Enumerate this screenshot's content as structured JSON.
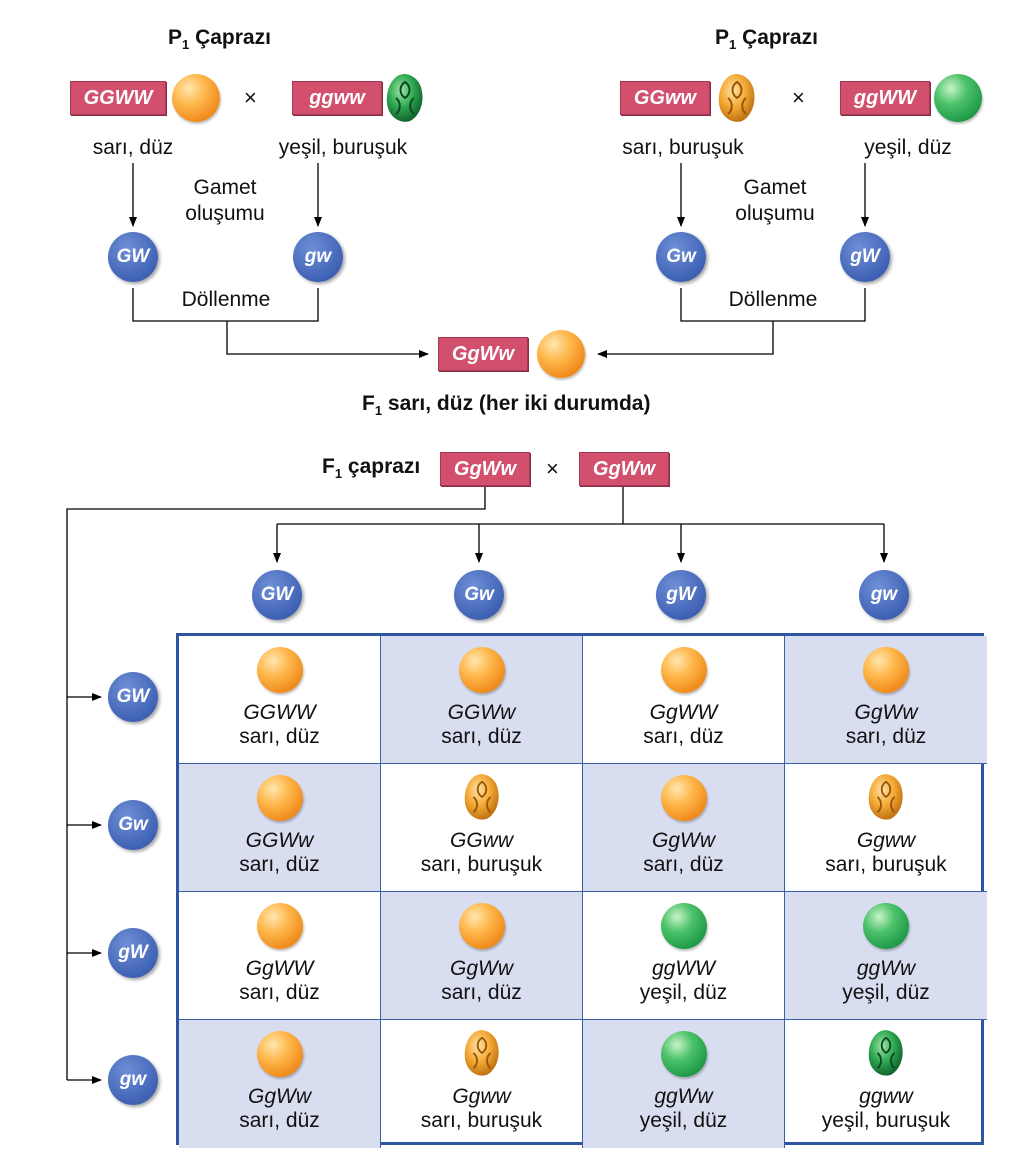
{
  "left_cross": {
    "title_main": "P",
    "title_sub": "1",
    "title_rest": " Çaprazı",
    "parent1_genotype": "GGWW",
    "parent1_phenotype": "sarı, düz",
    "parent2_genotype": "ggww",
    "parent2_phenotype": "yeşil, buruşuk",
    "cross_symbol": "×",
    "gamete_label_1": "Gamet",
    "gamete_label_2": "oluşumu",
    "gamete1": "GW",
    "gamete2": "gw",
    "fertilization": "Döllenme"
  },
  "right_cross": {
    "title_main": "P",
    "title_sub": "1",
    "title_rest": " Çaprazı",
    "parent1_genotype": "GGww",
    "parent1_phenotype": "sarı, buruşuk",
    "parent2_genotype": "ggWW",
    "parent2_phenotype": "yeşil, düz",
    "cross_symbol": "×",
    "gamete_label_1": "Gamet",
    "gamete_label_2": "oluşumu",
    "gamete1": "Gw",
    "gamete2": "gW",
    "fertilization": "Döllenme"
  },
  "f1": {
    "genotype": "GgWw",
    "label_main": "F",
    "label_sub": "1",
    "label_rest": " sarı, düz (her iki durumda)"
  },
  "f1_cross": {
    "label_main": "F",
    "label_sub": "1",
    "label_rest": " çaprazı",
    "genotype1": "GgWw",
    "cross_symbol": "×",
    "genotype2": "GgWw"
  },
  "punnett": {
    "column_gametes": [
      "GW",
      "Gw",
      "gW",
      "gw"
    ],
    "row_gametes": [
      "GW",
      "Gw",
      "gW",
      "gw"
    ],
    "cells": [
      [
        {
          "genotype": "GGWW",
          "phenotype": "sarı, düz",
          "seed": "yellow-round"
        },
        {
          "genotype": "GGWw",
          "phenotype": "sarı, düz",
          "seed": "yellow-round"
        },
        {
          "genotype": "GgWW",
          "phenotype": "sarı, düz",
          "seed": "yellow-round"
        },
        {
          "genotype": "GgWw",
          "phenotype": "sarı, düz",
          "seed": "yellow-round"
        }
      ],
      [
        {
          "genotype": "GGWw",
          "phenotype": "sarı, düz",
          "seed": "yellow-round"
        },
        {
          "genotype": "GGww",
          "phenotype": "sarı, buruşuk",
          "seed": "yellow-wrinkled"
        },
        {
          "genotype": "GgWw",
          "phenotype": "sarı, düz",
          "seed": "yellow-round"
        },
        {
          "genotype": "Ggww",
          "phenotype": "sarı, buruşuk",
          "seed": "yellow-wrinkled"
        }
      ],
      [
        {
          "genotype": "GgWW",
          "phenotype": "sarı, düz",
          "seed": "yellow-round"
        },
        {
          "genotype": "GgWw",
          "phenotype": "sarı, düz",
          "seed": "yellow-round"
        },
        {
          "genotype": "ggWW",
          "phenotype": "yeşil, düz",
          "seed": "green-round"
        },
        {
          "genotype": "ggWw",
          "phenotype": "yeşil, düz",
          "seed": "green-round"
        }
      ],
      [
        {
          "genotype": "GgWw",
          "phenotype": "sarı, düz",
          "seed": "yellow-round"
        },
        {
          "genotype": "Ggww",
          "phenotype": "sarı, buruşuk",
          "seed": "yellow-wrinkled"
        },
        {
          "genotype": "ggWw",
          "phenotype": "yeşil, düz",
          "seed": "green-round"
        },
        {
          "genotype": "ggww",
          "phenotype": "yeşil, buruşuk",
          "seed": "green-wrinkled"
        }
      ]
    ]
  },
  "colors": {
    "genotype_box": "#d2506e",
    "gamete": "#3f62b5",
    "grid_border": "#2e56a0",
    "grid_shade": "#d8def0",
    "yellow_seed": "#f5a02a",
    "green_seed": "#2aa855"
  }
}
